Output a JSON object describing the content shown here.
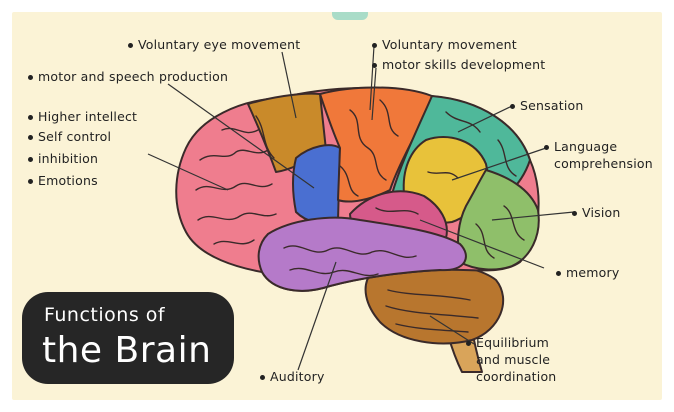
{
  "title": {
    "line1": "Functions of",
    "line2": "the Brain"
  },
  "labels": {
    "voluntary_eye": "Voluntary eye movement",
    "motor_speech": "motor and speech production",
    "higher_intellect": "Higher intellect",
    "self_control": "Self control",
    "inhibition": "inhibition",
    "emotions": "Emotions",
    "voluntary_movement": "Voluntary movement",
    "motor_skills": "motor skills development",
    "sensation": "Sensation",
    "language_1": "Language",
    "language_2": "comprehension",
    "vision": "Vision",
    "memory": "memory",
    "equilibrium_1": "Equilibrium",
    "equilibrium_2": "and muscle",
    "equilibrium_3": "coordination",
    "auditory": "Auditory"
  },
  "colors": {
    "background": "#fbf3d6",
    "frontal_pink": "#ef7d8e",
    "motor_orange": "#f0783a",
    "premotor_brown": "#c98a2a",
    "broca_blue": "#4a6fd1",
    "temporal_purple": "#b57ac9",
    "parietal_teal": "#4fb89a",
    "language_yellow": "#e8c23a",
    "occipital_green": "#8fbf6a",
    "memory_magenta": "#d65a8a",
    "cerebellum_brown": "#b8762e",
    "stem_orange": "#d9a45a",
    "outline": "#3a2a2a"
  }
}
